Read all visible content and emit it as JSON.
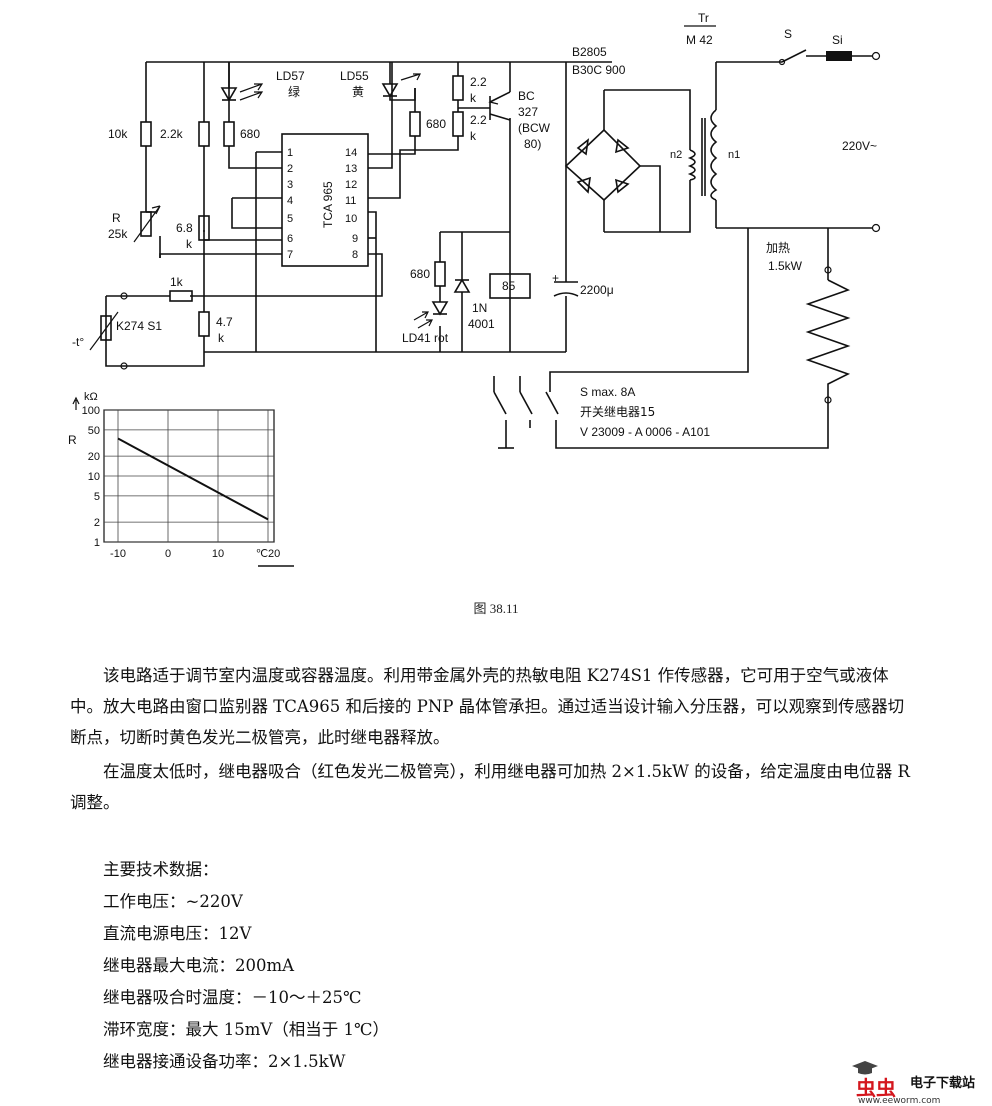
{
  "diagram": {
    "transformer": {
      "name": "Tr",
      "type": "M 42",
      "primary": "n1",
      "secondary": "n2"
    },
    "rectifier": {
      "line1": "B2805",
      "line2": "B30C 900"
    },
    "switch_label": "S",
    "fuse_label": "Si",
    "mains_label": "220V~",
    "heater_label1": "加热",
    "heater_label2": "1.5kW",
    "ic": {
      "name": "TCA 965",
      "pins_left": [
        "1",
        "2",
        "3",
        "4",
        "5",
        "6",
        "7"
      ],
      "pins_right": [
        "14",
        "13",
        "12",
        "11",
        "10",
        "9",
        "8"
      ]
    },
    "led_green": {
      "name": "LD57",
      "color": "绿"
    },
    "led_yellow": {
      "name": "LD55",
      "color": "黄"
    },
    "led_red": "LD41 rot",
    "transistor": {
      "line1": "BC",
      "line2": "327",
      "line3": "(BCW",
      "line4": "80)"
    },
    "resistors": {
      "r10k": "10k",
      "r2_2k_left": "2.2k",
      "r680_top": "680",
      "r680_mid": "680",
      "r2_2k_a": "2.2",
      "r2_2k_a_unit": "k",
      "r2_2k_b": "2.2",
      "r2_2k_b_unit": "k",
      "r6_8k": "6.8",
      "r6_8k_unit": "k",
      "r1k": "1k",
      "r4_7k": "4.7",
      "r4_7k_unit": "k",
      "r680_led": "680"
    },
    "pot": {
      "name": "R",
      "value": "25k"
    },
    "thermistor": {
      "name": "K274 S1",
      "symbol": "-t°"
    },
    "diode": {
      "line1": "1N",
      "line2": "4001"
    },
    "relay": "85",
    "capacitor": "2200μ",
    "relay_contacts": {
      "line1": "S  max. 8A",
      "line2": "开关继电器15",
      "line3": "V 23009 - A 0006 - A101"
    }
  },
  "graph": {
    "y_unit": "kΩ",
    "y_label": "R",
    "y_ticks": [
      "100",
      "50",
      "20",
      "10",
      "5",
      "2",
      "1"
    ],
    "x_ticks": [
      "-10",
      "0",
      "10",
      "℃20"
    ]
  },
  "chart_data": {
    "type": "line",
    "title": "",
    "xlabel": "℃",
    "ylabel": "R (kΩ)",
    "y_scale": "log",
    "xlim": [
      -10,
      20
    ],
    "ylim": [
      1,
      100
    ],
    "series": [
      {
        "x": [
          -10,
          20
        ],
        "y": [
          37,
          2.2
        ]
      }
    ]
  },
  "caption": "图 38.11",
  "paragraph1": "该电路适于调节室内温度或容器温度。利用带金属外壳的热敏电阻 K274S1 作传感器，它可用于空气或液体中。放大电路由窗口监别器 TCA965 和后接的 PNP 晶体管承担。通过适当设计输入分压器，可以观察到传感器切断点，切断时黄色发光二极管亮，此时继电器释放。",
  "paragraph2": "在温度太低时，继电器吸合（红色发光二极管亮），利用继电器可加热 2×1.5kW 的设备，给定温度由电位器 R 调整。",
  "specs_heading": "主要技术数据：",
  "specs": [
    "工作电压：~220V",
    "直流电源电压：12V",
    "继电器最大电流：200mA",
    "继电器吸合时温度：－10～＋25℃",
    "滞环宽度：最大 15mV（相当于 1℃）",
    "继电器接通设备功率：2×1.5kW"
  ],
  "watermark": {
    "logo": "虫虫",
    "site": "电子下载站",
    "url": "www.eeworm.com"
  }
}
